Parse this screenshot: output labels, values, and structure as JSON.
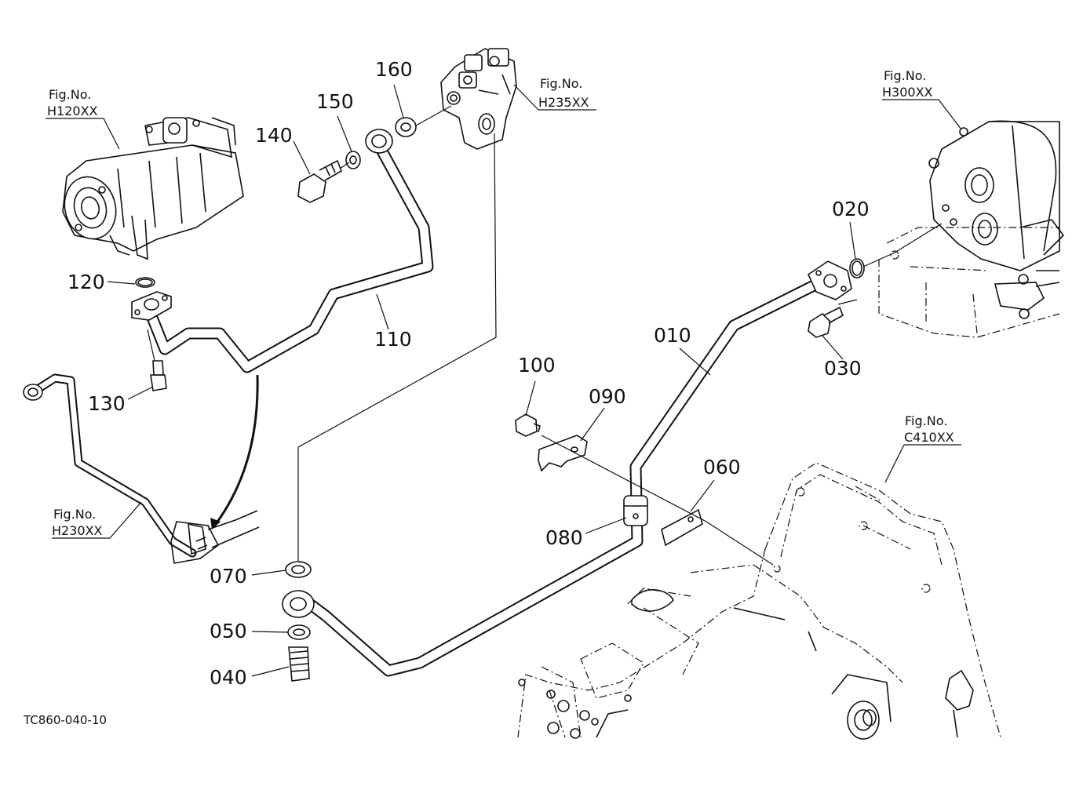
{
  "diagram": {
    "code": "TC860-040-10",
    "parts": [
      {
        "id": "p010",
        "label": "010"
      },
      {
        "id": "p020",
        "label": "020"
      },
      {
        "id": "p030",
        "label": "030"
      },
      {
        "id": "p040",
        "label": "040"
      },
      {
        "id": "p050",
        "label": "050"
      },
      {
        "id": "p060",
        "label": "060"
      },
      {
        "id": "p070",
        "label": "070"
      },
      {
        "id": "p080",
        "label": "080"
      },
      {
        "id": "p090",
        "label": "090"
      },
      {
        "id": "p100",
        "label": "100"
      },
      {
        "id": "p110",
        "label": "110"
      },
      {
        "id": "p120",
        "label": "120"
      },
      {
        "id": "p130",
        "label": "130"
      },
      {
        "id": "p140",
        "label": "140"
      },
      {
        "id": "p150",
        "label": "150"
      },
      {
        "id": "p160",
        "label": "160"
      }
    ],
    "figure_refs": [
      {
        "id": "h120",
        "label": "Fig.No.",
        "code": "H120XX"
      },
      {
        "id": "h235",
        "label": "Fig.No.",
        "code": "H235XX"
      },
      {
        "id": "h300",
        "label": "Fig.No.",
        "code": "H300XX"
      },
      {
        "id": "c410",
        "label": "Fig.No.",
        "code": "C410XX"
      },
      {
        "id": "h230",
        "label": "Fig.No.",
        "code": "H230XX"
      }
    ]
  }
}
